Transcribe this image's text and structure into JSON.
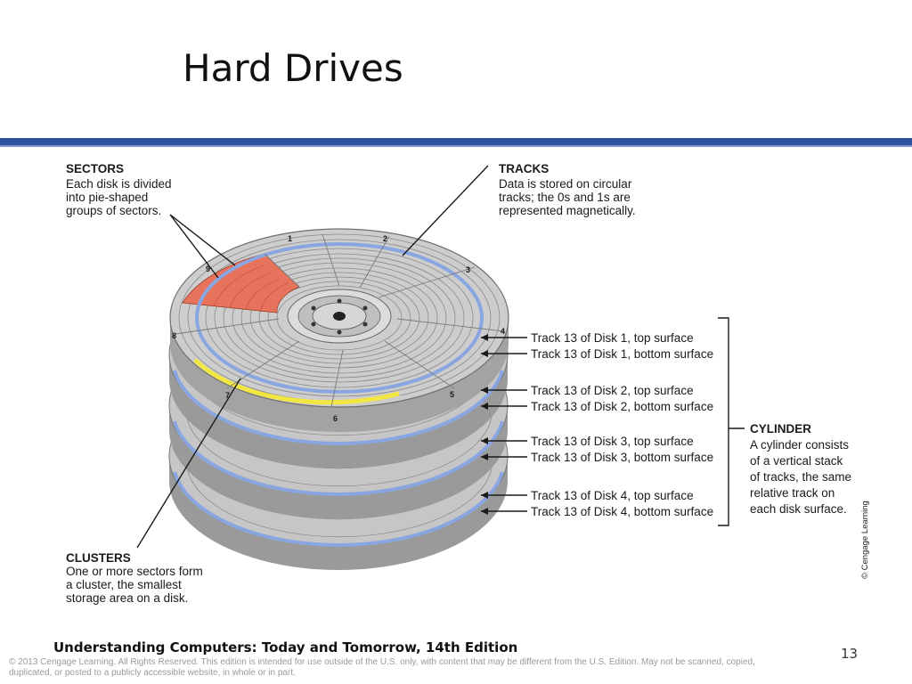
{
  "title": "Hard Drives",
  "callouts": {
    "sectors": {
      "heading": "SECTORS",
      "lines": [
        "Each disk is divided",
        "into pie-shaped",
        "groups of sectors."
      ]
    },
    "tracks": {
      "heading": "TRACKS",
      "lines": [
        "Data is stored on circular",
        "tracks; the 0s and 1s are",
        "represented magnetically."
      ]
    },
    "clusters": {
      "heading": "CLUSTERS",
      "lines": [
        "One or more sectors form",
        "a cluster, the smallest",
        "storage area on a disk."
      ]
    },
    "cylinder": {
      "heading": "CYLINDER",
      "lines": [
        "A cylinder consists",
        "of a vertical stack",
        "of tracks, the same",
        "relative track on",
        "each disk surface."
      ]
    }
  },
  "track_labels": [
    "Track 13 of Disk 1, top surface",
    "Track 13 of Disk 1, bottom surface",
    "Track 13 of Disk 2, top surface",
    "Track 13 of Disk 2, bottom surface",
    "Track 13 of Disk 3, top surface",
    "Track 13 of Disk 3, bottom surface",
    "Track 13 of Disk 4, top surface",
    "Track 13 of Disk 4, bottom surface"
  ],
  "sector_numbers": [
    "1",
    "2",
    "3",
    "4",
    "5",
    "6",
    "7",
    "8",
    "9"
  ],
  "image_credit": "© Cengage Learning",
  "footer": {
    "book": "Understanding Computers: Today and Tomorrow, 14th Edition",
    "slide_number": "13",
    "copyright": "© 2013 Cengage Learning. All Rights Reserved. This edition is intended for use outside of the U.S. only, with content that may be different from the U.S. Edition. May not be scanned, copied, duplicated, or posted to a publicly accessible website, in whole or in part."
  },
  "colors": {
    "title_rule": "#2e4f9c",
    "sector_highlight": "#e8735c",
    "cluster_highlight": "#f2e640",
    "track_highlight": "#8aa6e0",
    "platter": "#c9c9c9"
  }
}
